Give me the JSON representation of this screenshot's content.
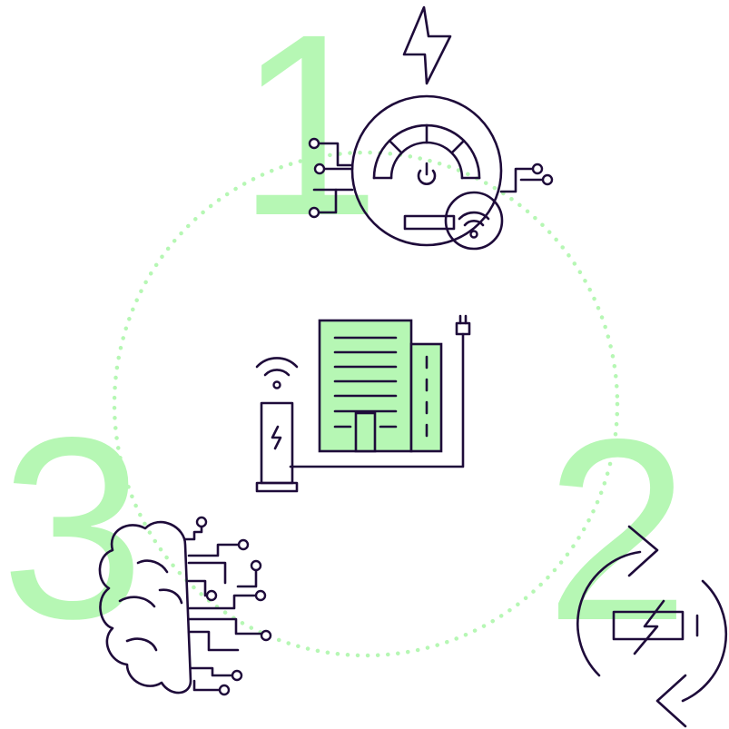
{
  "steps": [
    {
      "number": "1",
      "icon": "smart-meter-icon"
    },
    {
      "number": "2",
      "icon": "battery-cycle-icon"
    },
    {
      "number": "3",
      "icon": "ai-brain-icon"
    }
  ],
  "center": {
    "icon": "connected-building-charger-icon"
  },
  "colors": {
    "accent": "#b6f7b4",
    "line": "#1e0b3a",
    "background": "#ffffff",
    "dots": "#b6f7b4"
  }
}
